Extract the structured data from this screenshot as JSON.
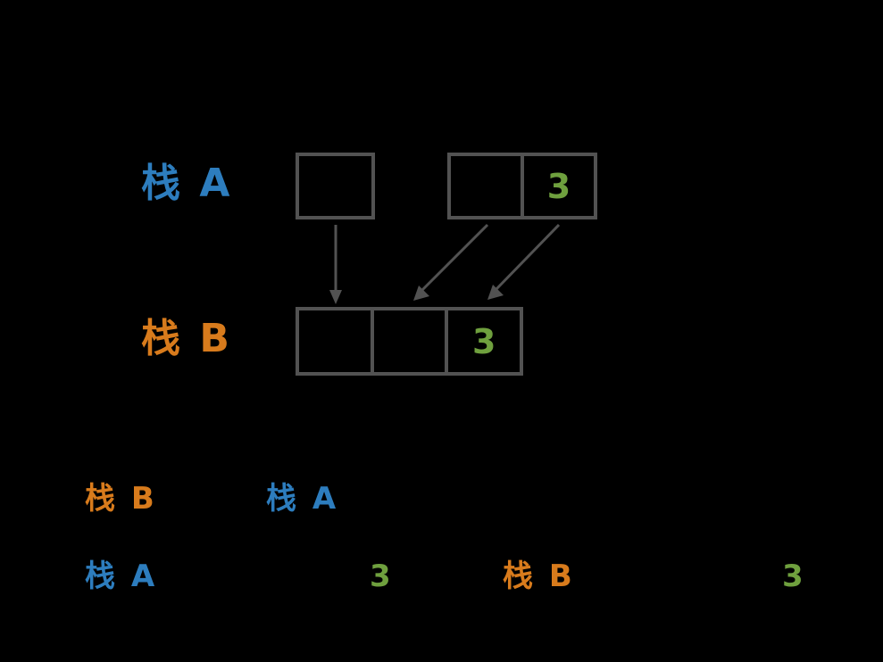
{
  "colors": {
    "background": "#000000",
    "blue": "#2d7dbe",
    "orange": "#d87b1c",
    "green": "#6fa03e",
    "stroke": "#525252"
  },
  "diagram": {
    "stack_a": {
      "label": "栈 A",
      "single_box_cells": [
        ""
      ],
      "double_box_cells": [
        "",
        "3"
      ]
    },
    "stack_b": {
      "label": "栈 B",
      "box_cells": [
        "",
        "",
        "3"
      ]
    }
  },
  "captions": {
    "row1": [
      {
        "text": "栈 B",
        "color": "orange"
      },
      {
        "text": "栈 A",
        "color": "blue"
      }
    ],
    "row2": [
      {
        "text": "栈 A",
        "color": "blue"
      },
      {
        "text": "3",
        "color": "green"
      },
      {
        "text": "栈 B",
        "color": "orange"
      },
      {
        "text": "3",
        "color": "green"
      }
    ]
  }
}
